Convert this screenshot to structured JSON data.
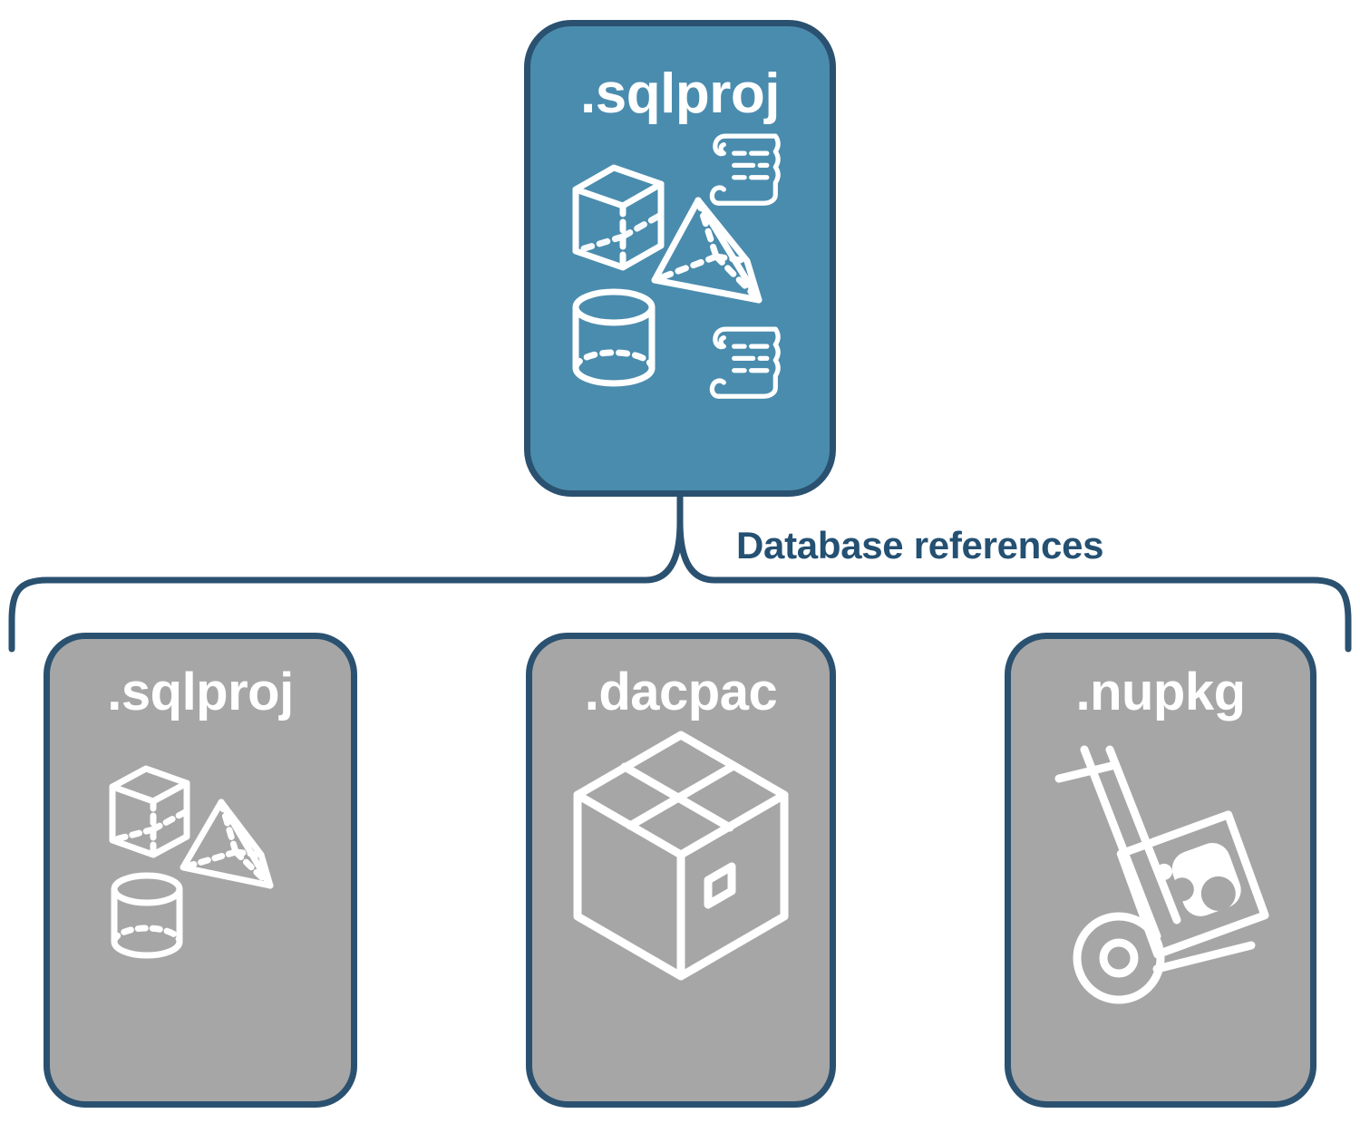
{
  "diagram": {
    "title_text": "Database references",
    "colors": {
      "primary_card_fill": "#4a8cae",
      "reference_card_fill": "#a6a6a6",
      "border": "#2b5170",
      "label_text": "#245072",
      "icon_stroke": "#ffffff",
      "background": "#ffffff"
    },
    "primary": {
      "label": ".sqlproj",
      "icons": [
        "cube-icon",
        "pyramid-icon",
        "cylinder-icon",
        "scroll-icon",
        "scroll-icon"
      ]
    },
    "references": [
      {
        "label": ".sqlproj",
        "icons": [
          "cube-icon",
          "pyramid-icon",
          "cylinder-icon"
        ]
      },
      {
        "label": ".dacpac",
        "icons": [
          "shipping-box-icon"
        ]
      },
      {
        "label": ".nupkg",
        "icons": [
          "hand-truck-icon"
        ]
      }
    ],
    "connector": {
      "type": "curly-brace",
      "label": "Database references"
    }
  }
}
